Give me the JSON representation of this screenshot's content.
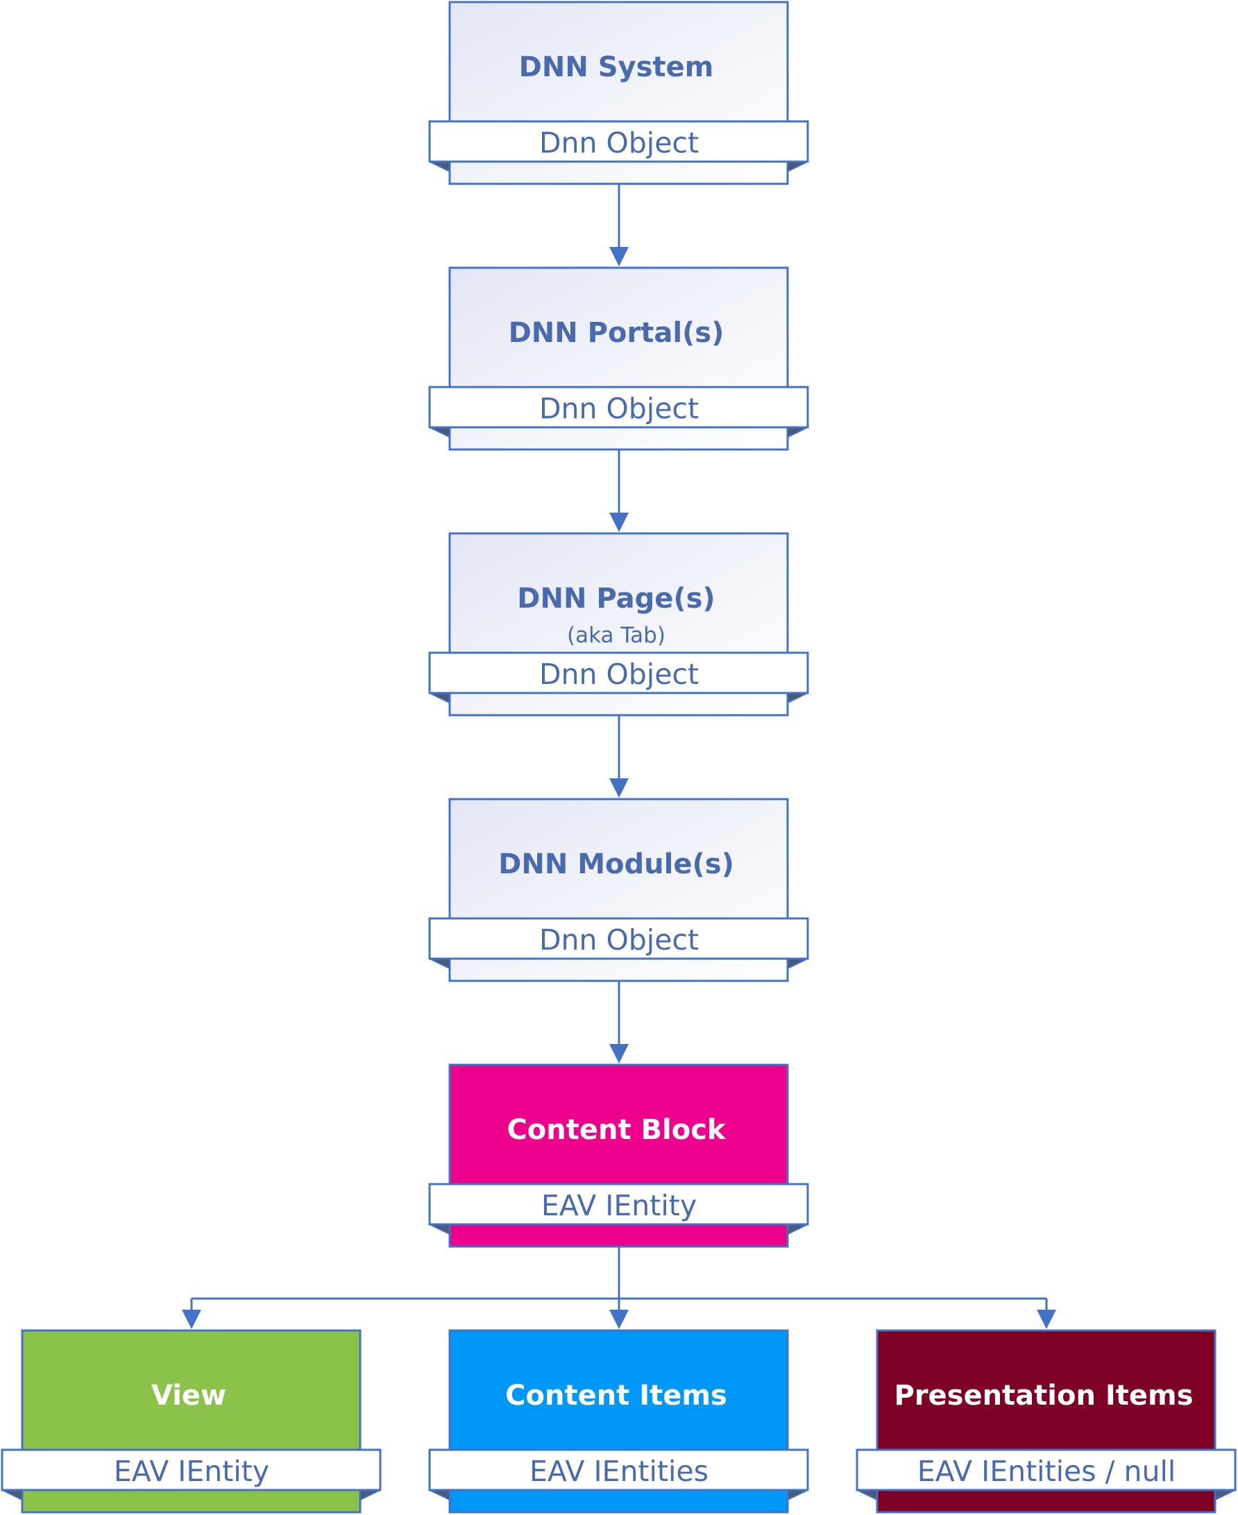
{
  "colors": {
    "line": "#4472c4",
    "text": "#4a6aae",
    "gradient_top": "#e6eaf6",
    "gradient_bottom": "#ffffff",
    "content_block": "#ec008c",
    "view": "#8bc34a",
    "content_items": "#0098f8",
    "presentation_items": "#7f0025",
    "white": "#ffffff"
  },
  "nodes": {
    "dnn_system": {
      "title": "DNN System",
      "label": "Dnn Object"
    },
    "dnn_portals": {
      "title": "DNN Portal(s)",
      "label": "Dnn Object"
    },
    "dnn_pages": {
      "title": "DNN Page(s)",
      "subtitle": "(aka Tab)",
      "label": "Dnn Object"
    },
    "dnn_modules": {
      "title": "DNN Module(s)",
      "label": "Dnn Object"
    },
    "content_block": {
      "title": "Content Block",
      "label": "EAV IEntity"
    },
    "view": {
      "title": "View",
      "label": "EAV IEntity"
    },
    "content_items": {
      "title": "Content Items",
      "label": "EAV IEntities"
    },
    "presentation_items": {
      "title": "Presentation Items",
      "label": "EAV IEntities / null"
    }
  }
}
